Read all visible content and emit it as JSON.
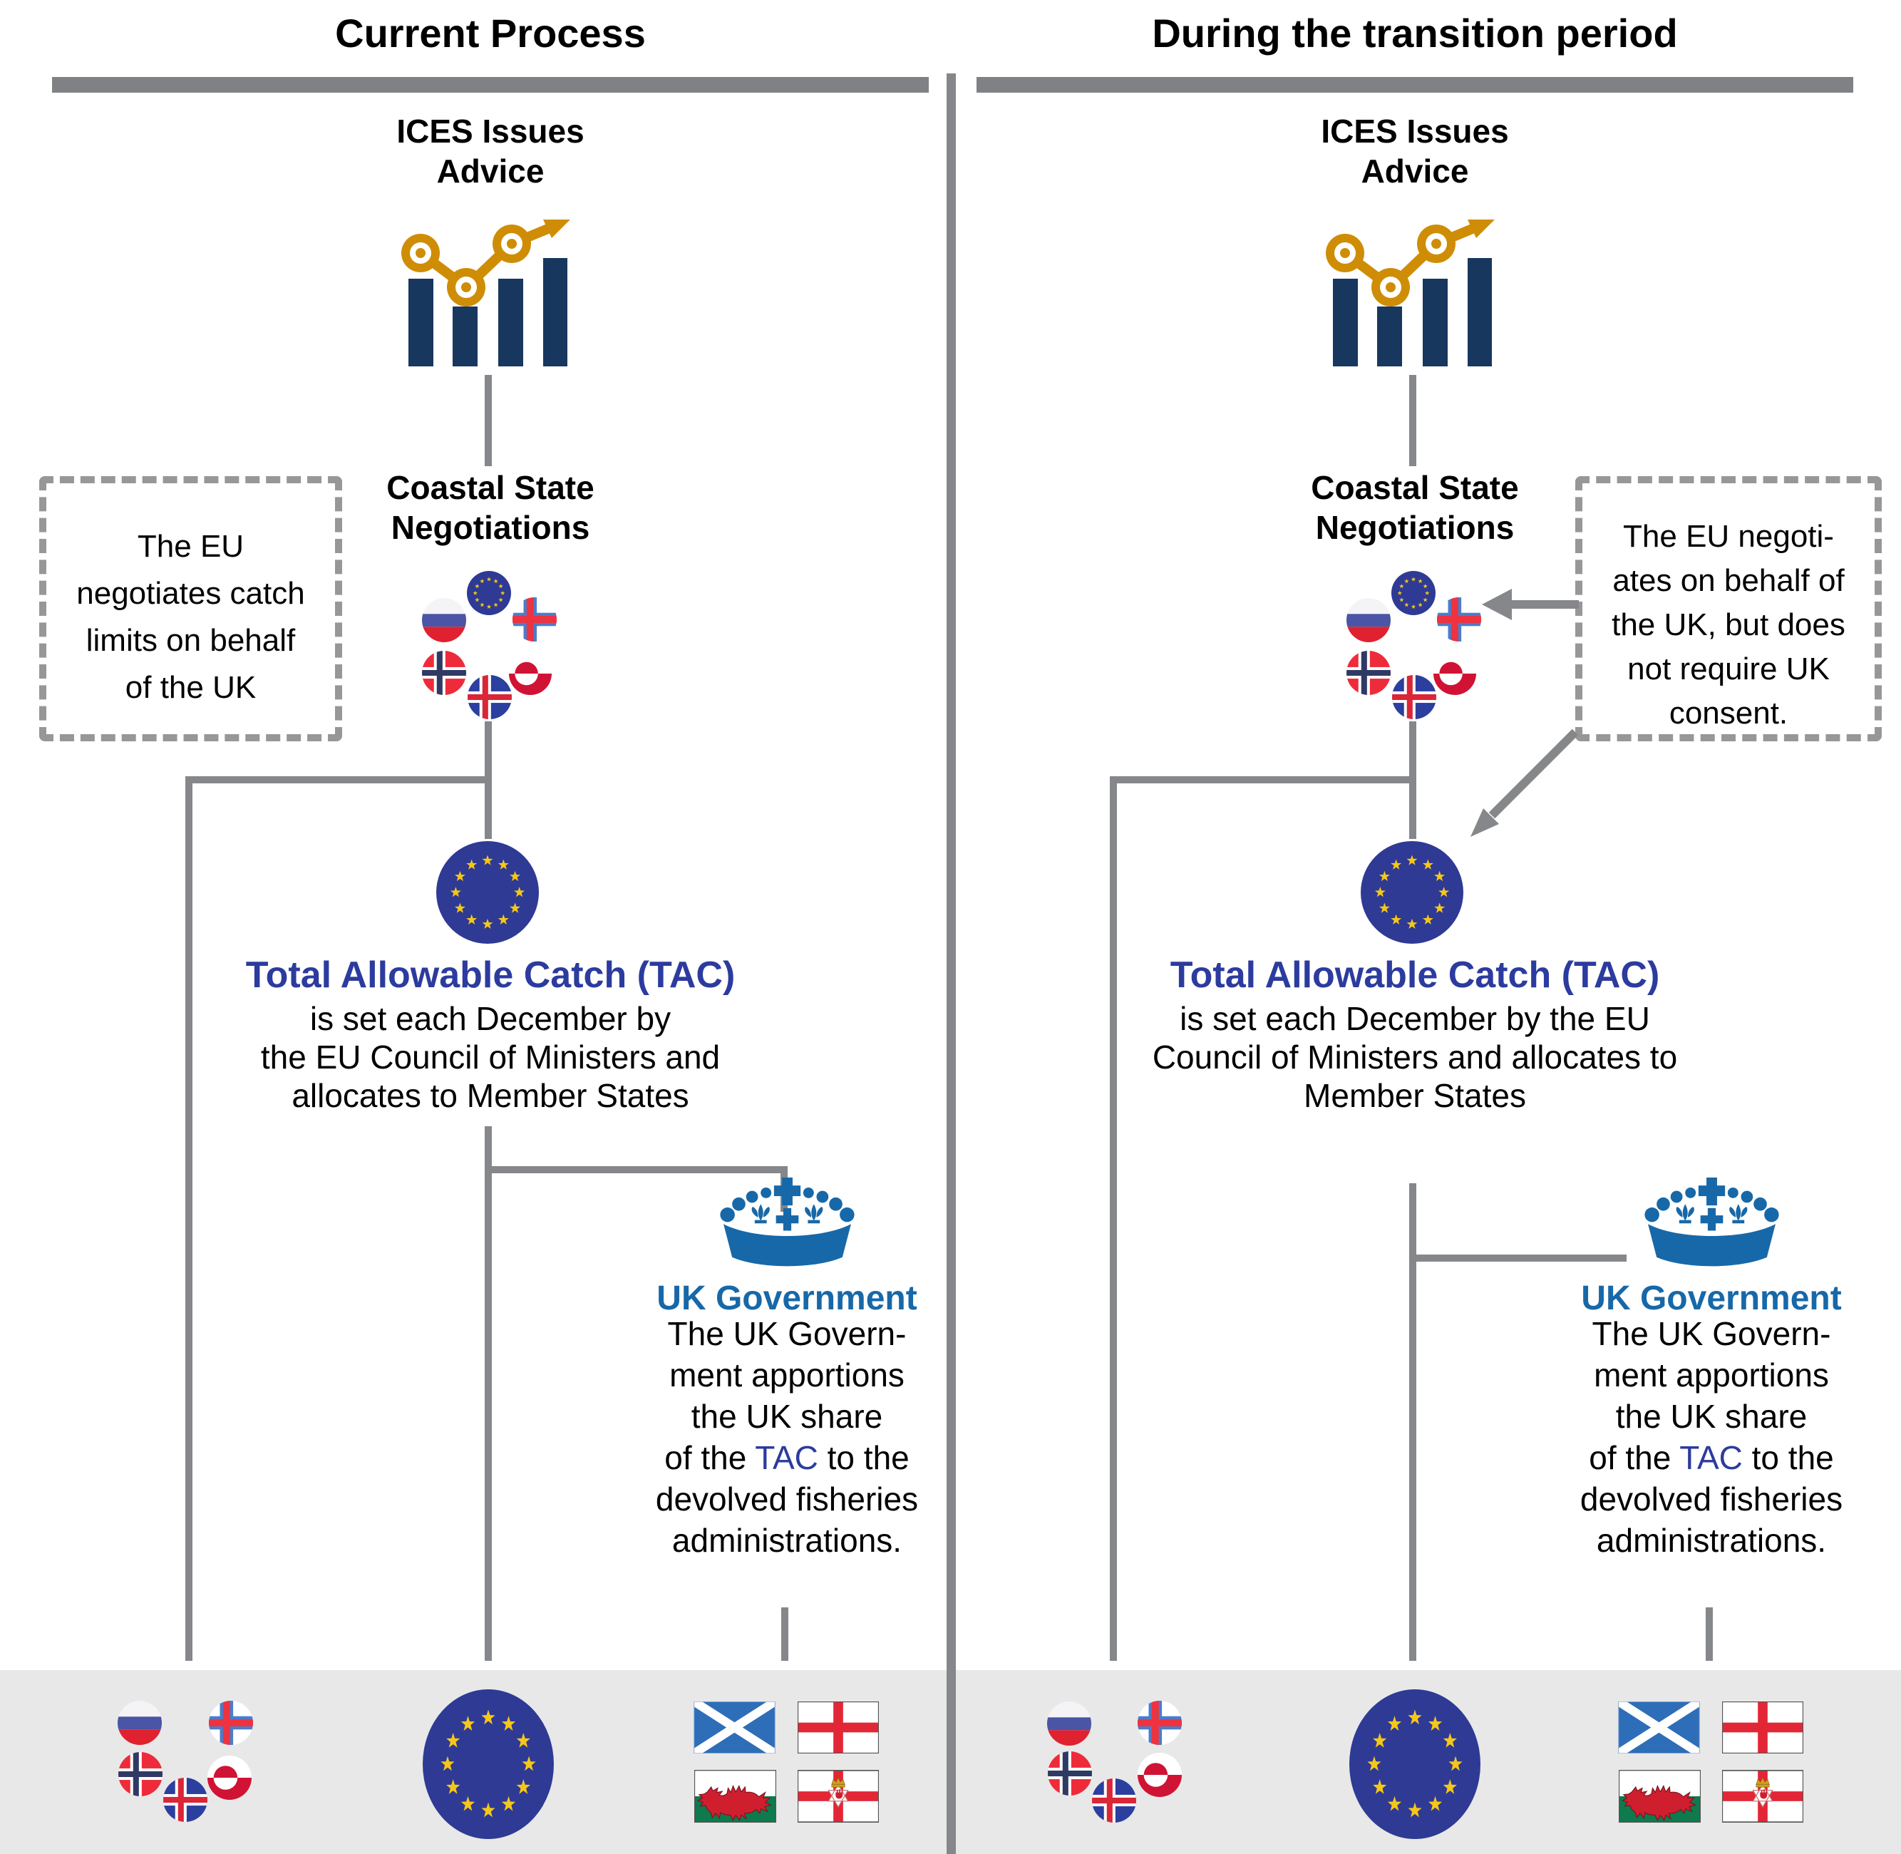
{
  "left": {
    "title": "Current Process",
    "ices": {
      "l1": "ICES Issues",
      "l2": "Advice"
    },
    "coastal": {
      "l1": "Coastal State",
      "l2": "Negotiations"
    },
    "note": {
      "l1": "The EU",
      "l2": "negotiates catch",
      "l3": "limits on behalf",
      "l4": "of the UK"
    },
    "tac": {
      "title": "Total Allowable Catch (TAC)",
      "l1": "is set each December by",
      "l2": "the EU Council of Ministers and",
      "l3": "allocates to Member States"
    },
    "gov": {
      "title": "UK Government",
      "l1": "The UK Govern-",
      "l2": "ment apportions",
      "l3": "the UK share",
      "l4pre": "of the ",
      "l4tac": "TAC",
      "l4post": " to the",
      "l5": "devolved fisheries",
      "l6": "administrations."
    }
  },
  "right": {
    "title": "During the transition period",
    "ices": {
      "l1": "ICES Issues",
      "l2": "Advice"
    },
    "coastal": {
      "l1": "Coastal State",
      "l2": "Negotiations"
    },
    "note": {
      "l1": "The EU negoti-",
      "l2": "ates on behalf of",
      "l3": "the UK, but does",
      "l4": "not require UK",
      "l5": "consent."
    },
    "tac": {
      "title": "Total Allowable Catch (TAC)",
      "l1": "is set each December by the EU",
      "l2": "Council of Ministers and allocates to",
      "l3": "Member States"
    },
    "gov": {
      "title": "UK Government",
      "l1": "The UK Govern-",
      "l2": "ment apportions",
      "l3": "the UK share",
      "l4pre": "of the ",
      "l4tac": "TAC",
      "l4post": " to the",
      "l5": "devolved fisheries",
      "l6": "administrations."
    }
  },
  "flags": {
    "negotiation": [
      "EU",
      "Russia",
      "Faroe Islands",
      "Norway",
      "Iceland",
      "Greenland"
    ],
    "devolved": [
      "Scotland",
      "England",
      "Wales",
      "Northern Ireland"
    ]
  },
  "colors": {
    "line_gray": "#85878a",
    "dash_gray": "#979797",
    "strip_gray": "#e8e8e8",
    "eu_blue": "#2e3a94",
    "star_gold": "#f5c71a",
    "tac_blue": "#2c3b9e",
    "gov_blue": "#1768a8",
    "bar_navy": "#17375e",
    "chart_gold": "#cf8d05"
  }
}
